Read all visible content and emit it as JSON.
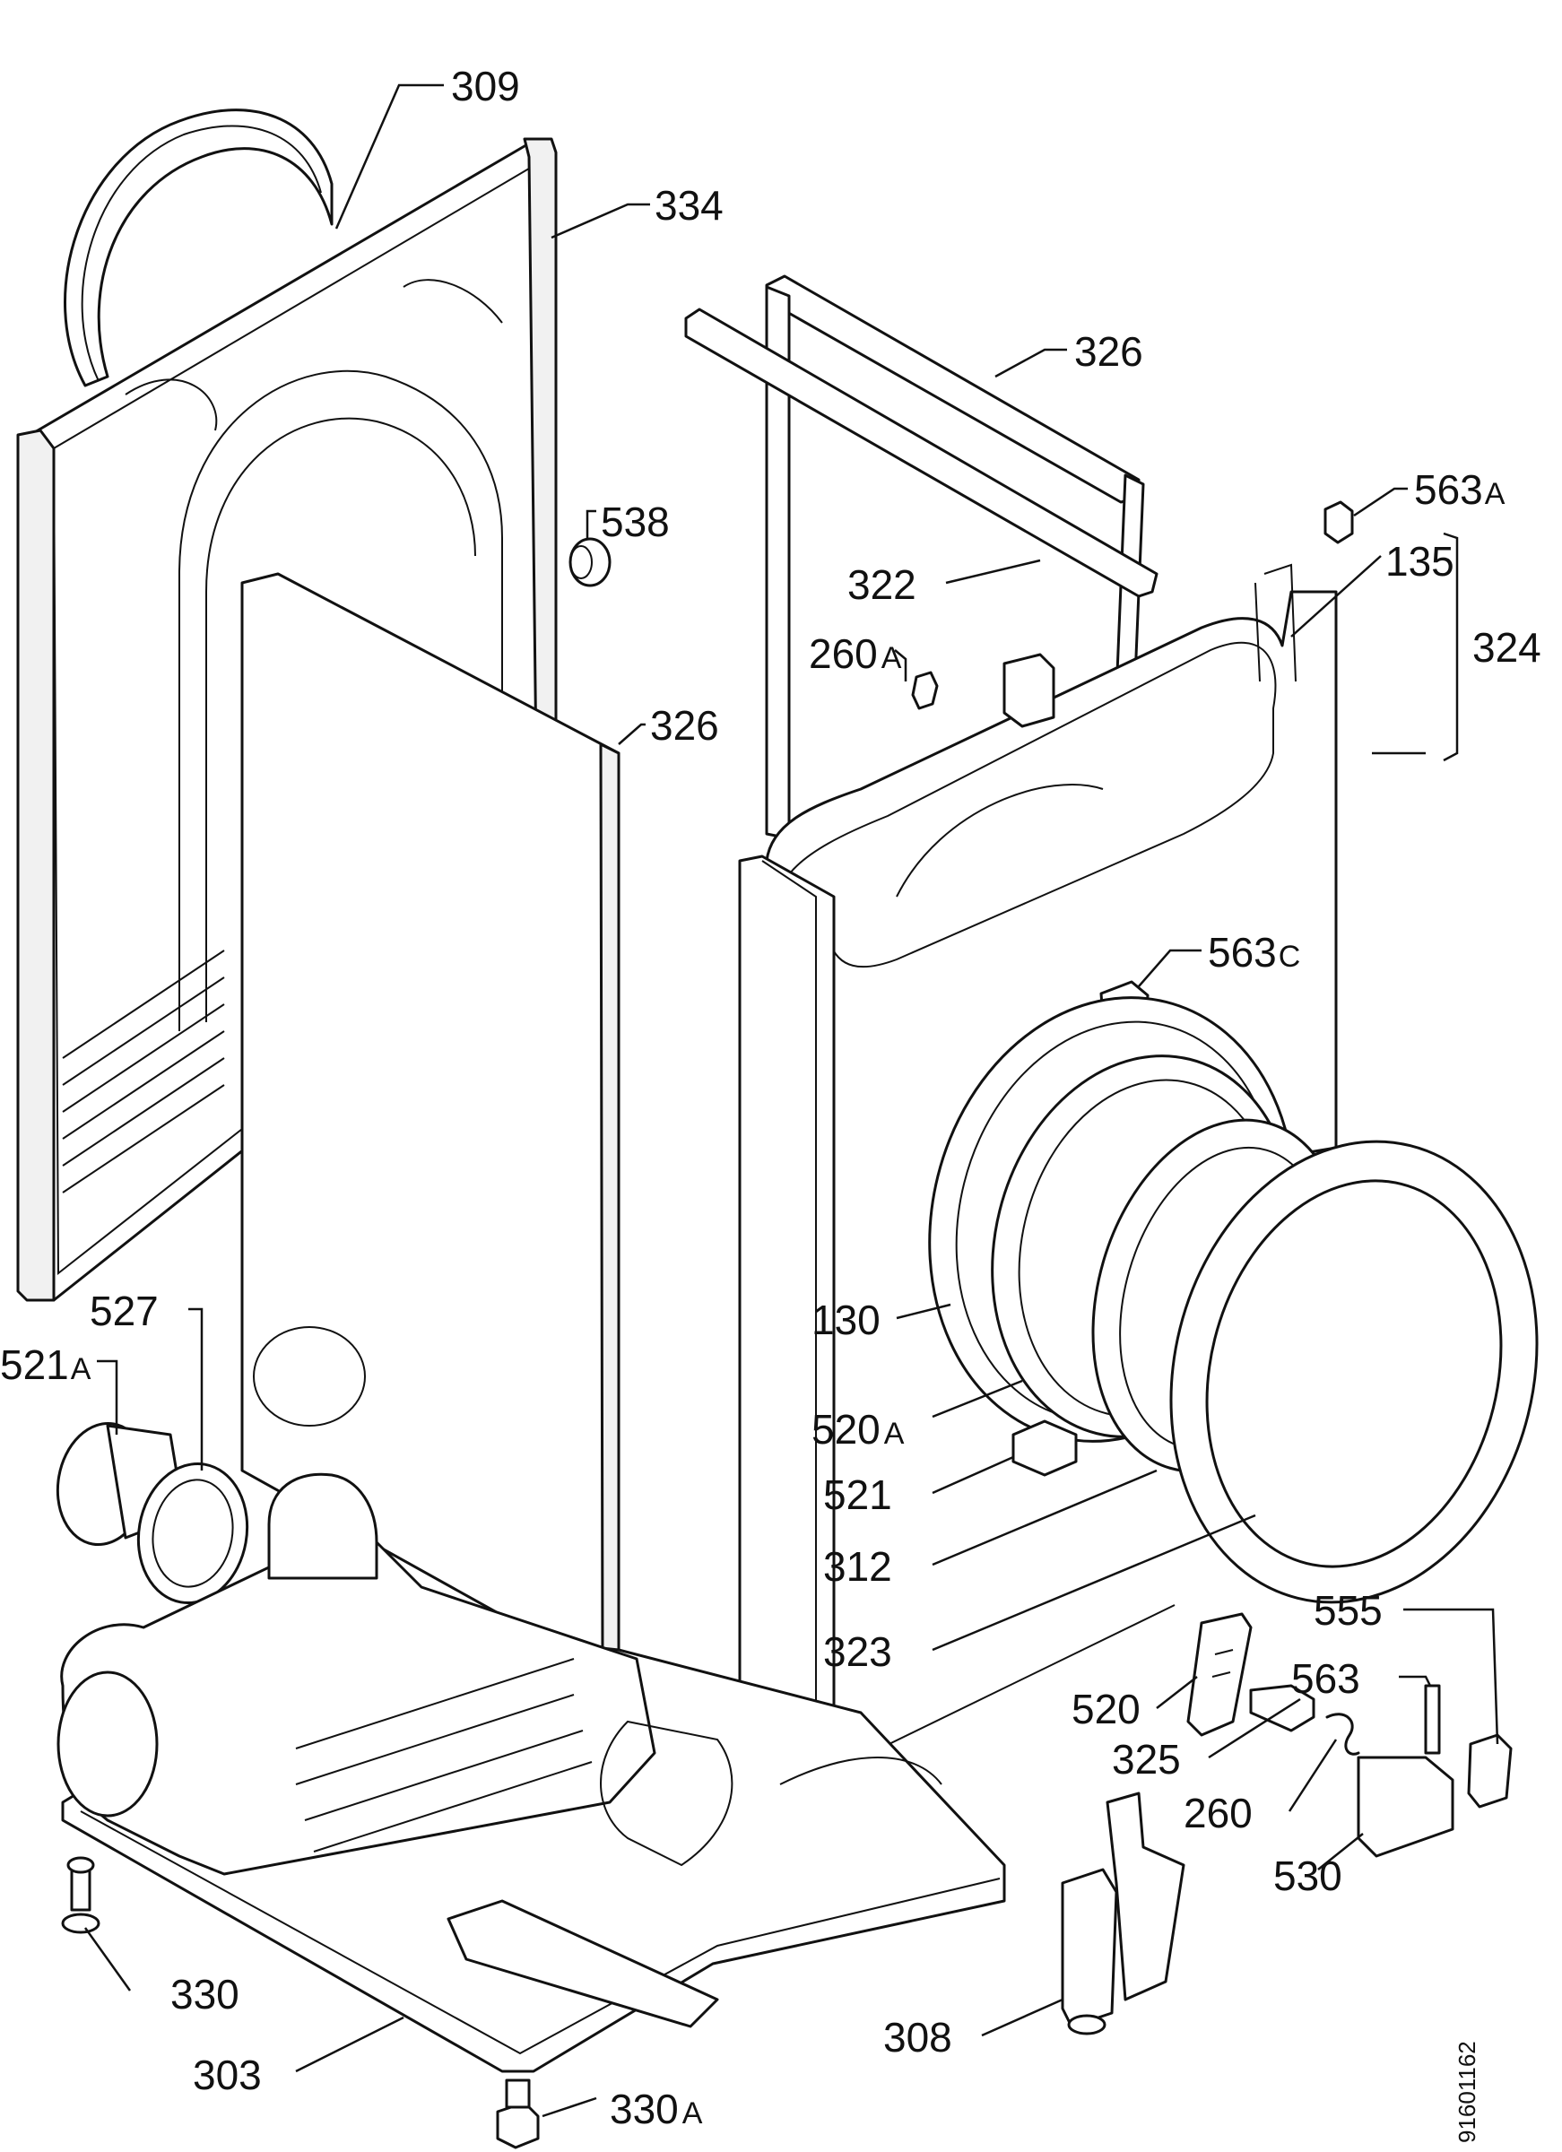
{
  "labels": {
    "l309": "309",
    "l334": "334",
    "l326a": "326",
    "l538": "538",
    "l326b": "326",
    "l322": "322",
    "l260a_num": "260",
    "l260a_suf": "A",
    "l563a_num": "563",
    "l563a_suf": "A",
    "l135": "135",
    "l324": "324",
    "l563c_num": "563",
    "l563c_suf": "C",
    "l527": "527",
    "l521a_num": "521",
    "l521a_suf": "A",
    "l130": "130",
    "l520a_num": "520",
    "l520a_suf": "A",
    "l521": "521",
    "l312": "312",
    "l323": "323",
    "l555": "555",
    "l563": "563",
    "l520": "520",
    "l325": "325",
    "l260": "260",
    "l530": "530",
    "l330": "330",
    "l308": "308",
    "l303": "303",
    "l330a_num": "330",
    "l330a_suf": "A"
  },
  "document_number": "91601162"
}
